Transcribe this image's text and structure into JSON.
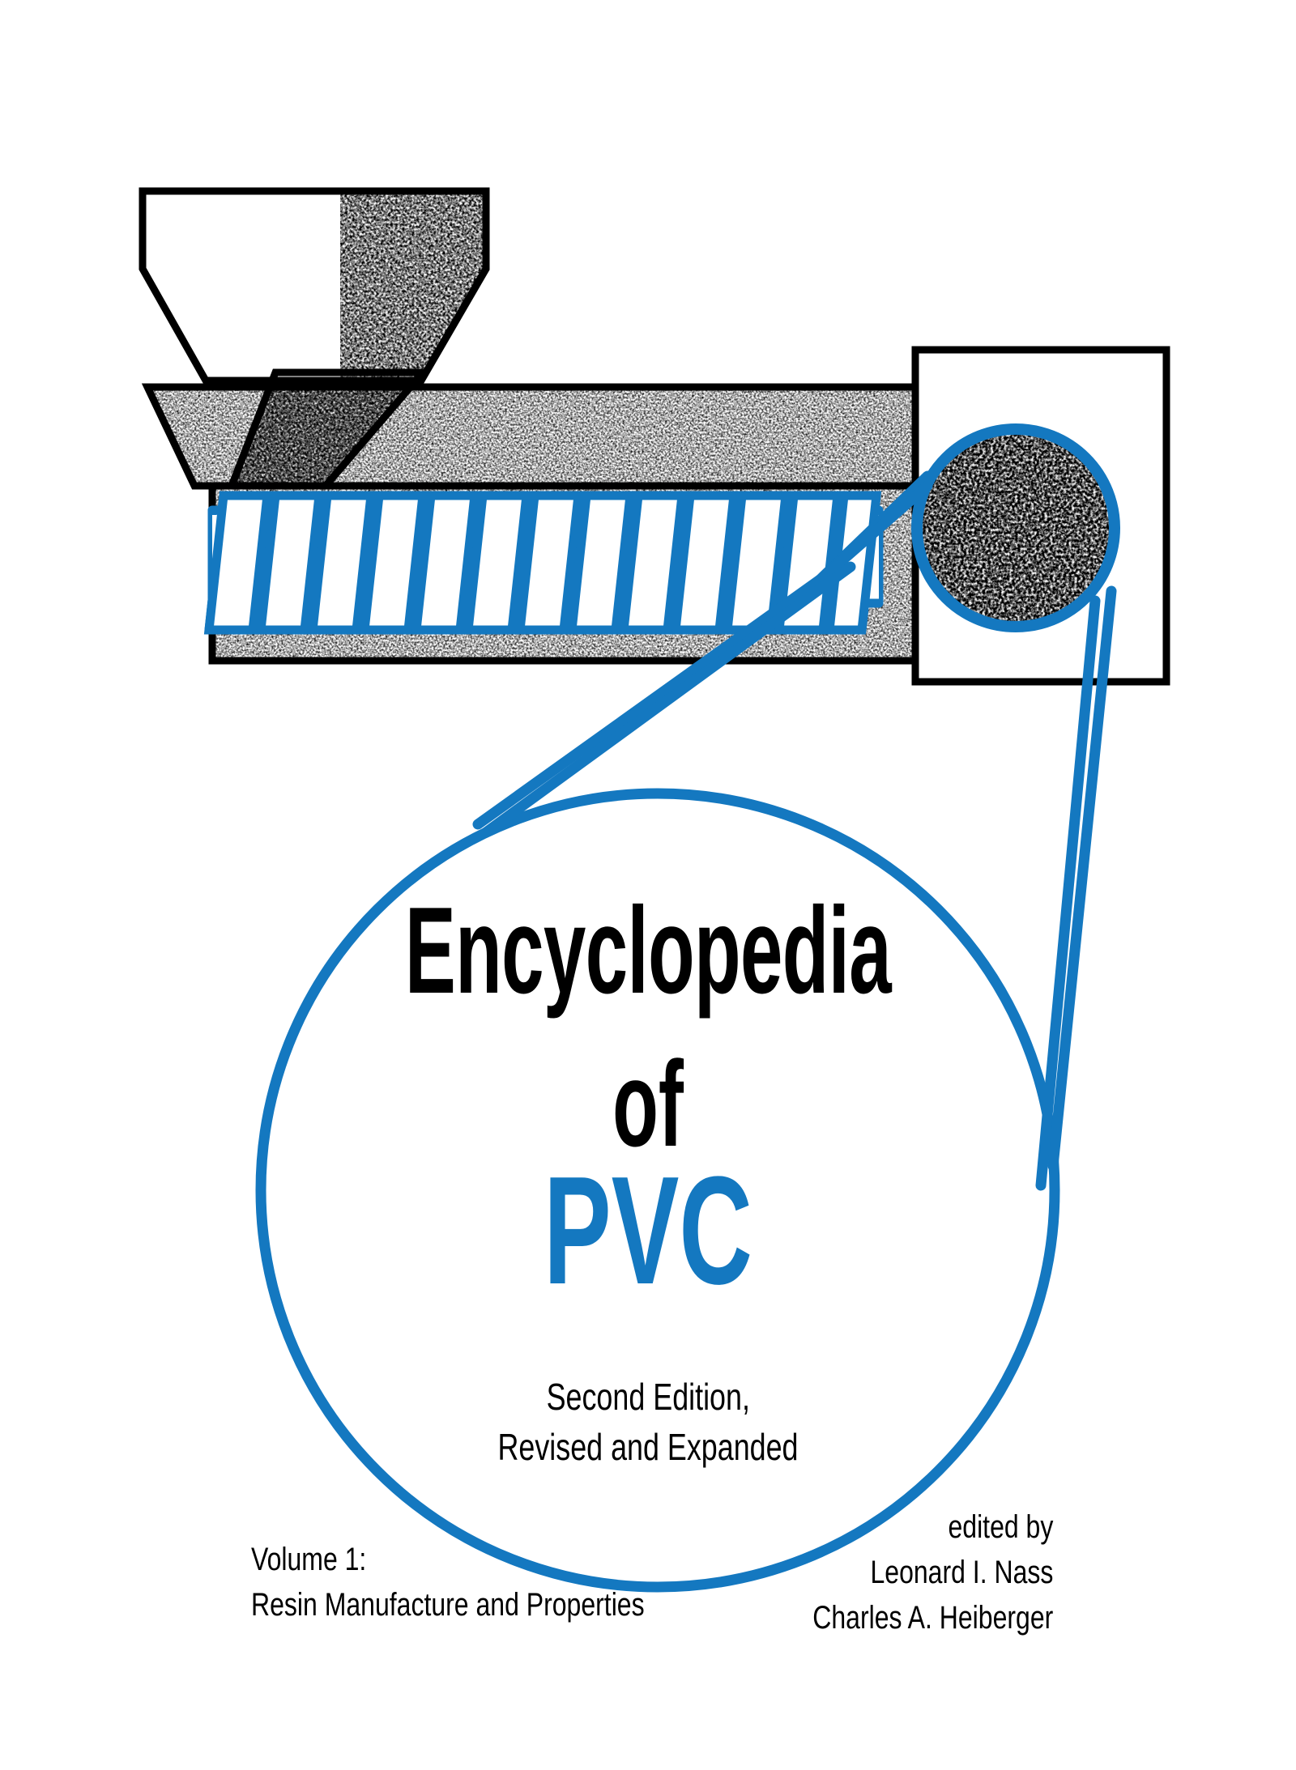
{
  "cover": {
    "title_main": "Encyclopedia",
    "title_connector": "of",
    "title_subject": "PVC",
    "edition_line1": "Second Edition,",
    "edition_line2": "Revised and Expanded",
    "volume_line1": "Volume 1:",
    "volume_line2": "Resin Manufacture and Properties",
    "editors_label": "edited by",
    "editor_1": "Leonard I. Nass",
    "editor_2": "Charles A. Heiberger"
  },
  "colors": {
    "accent_blue": "#1478c0",
    "ink_black": "#000000",
    "background": "#ffffff"
  },
  "illustration": {
    "name": "extruder-cutaway-diagram",
    "parts": {
      "hopper": "hopper-funnel",
      "throat": "feed-throat",
      "barrel": "extruder-barrel",
      "screw": "screw-flights",
      "inset": "magnified-resin-inset",
      "magnifier_circle": "large-magnifier-circle",
      "leader_lines": "magnifier-leader-lines"
    }
  }
}
